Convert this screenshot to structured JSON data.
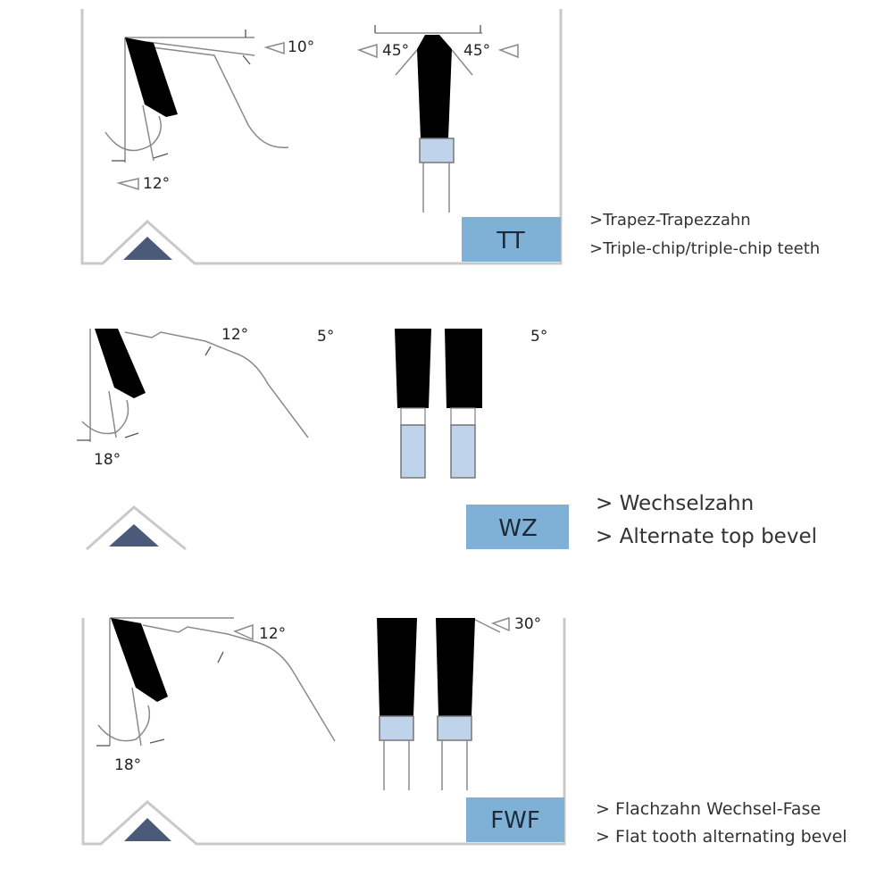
{
  "colors": {
    "code_box": "#7fb0d6",
    "tip": "#bfd3ea",
    "marker": "#4a5a78"
  },
  "panels": [
    {
      "code": "TT",
      "angles": {
        "clearance": "10°",
        "rake": "12°",
        "bevel_left": "45°",
        "bevel_right": "45°"
      },
      "labels": [
        ">Trapez-Trapezzahn",
        ">Triple-chip/triple-chip teeth"
      ]
    },
    {
      "code": "WZ",
      "angles": {
        "clearance": "12°",
        "bevel_left": "5°",
        "bevel_right": "5°",
        "rake": "18°"
      },
      "labels": [
        "> Wechselzahn",
        "> Alternate top bevel"
      ]
    },
    {
      "code": "FWF",
      "angles": {
        "clearance": "12°",
        "bevel": "30°",
        "rake": "18°"
      },
      "labels": [
        "> Flachzahn Wechsel-Fase",
        "> Flat tooth alternating bevel"
      ]
    }
  ]
}
